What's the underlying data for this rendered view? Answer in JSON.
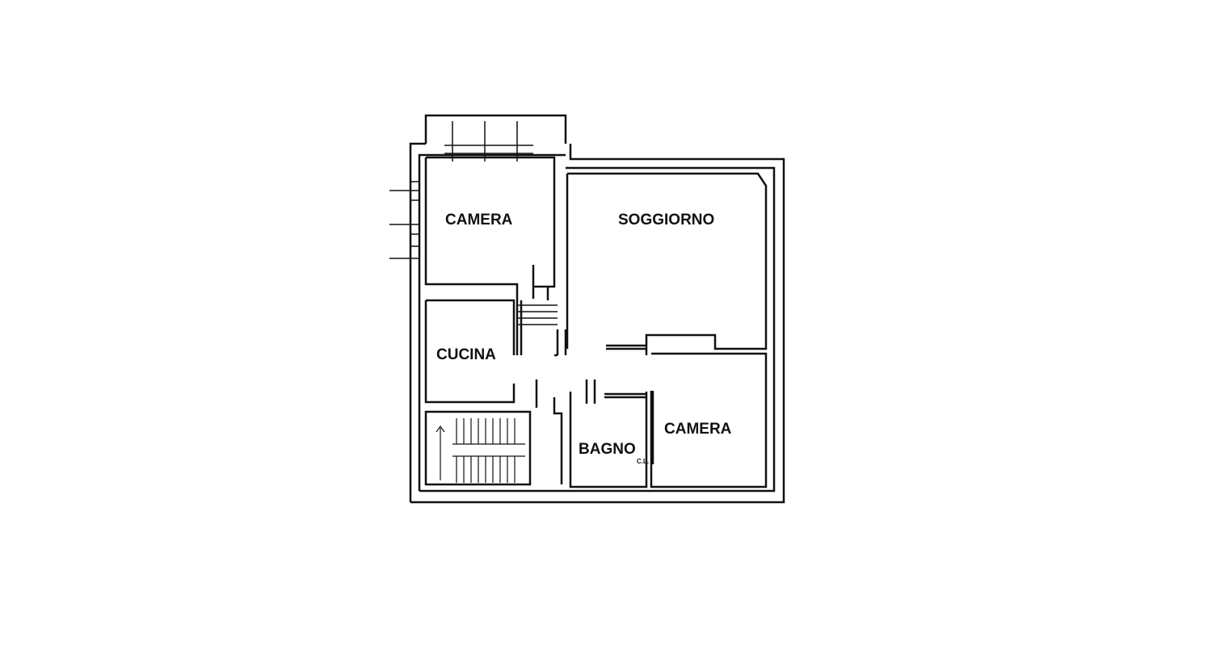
{
  "colors": {
    "background": "#ffffff",
    "wall": "#111111",
    "wall_fill": "#ffffff"
  },
  "rooms": [
    {
      "id": "camera-1",
      "label": "CAMERA"
    },
    {
      "id": "soggiorno",
      "label": "SOGGIORNO"
    },
    {
      "id": "cucina",
      "label": "CUCINA"
    },
    {
      "id": "bagno",
      "label": "BAGNO"
    },
    {
      "id": "camera-2",
      "label": "CAMERA"
    }
  ],
  "fixtures": {
    "bagno_mark": "C.L."
  }
}
